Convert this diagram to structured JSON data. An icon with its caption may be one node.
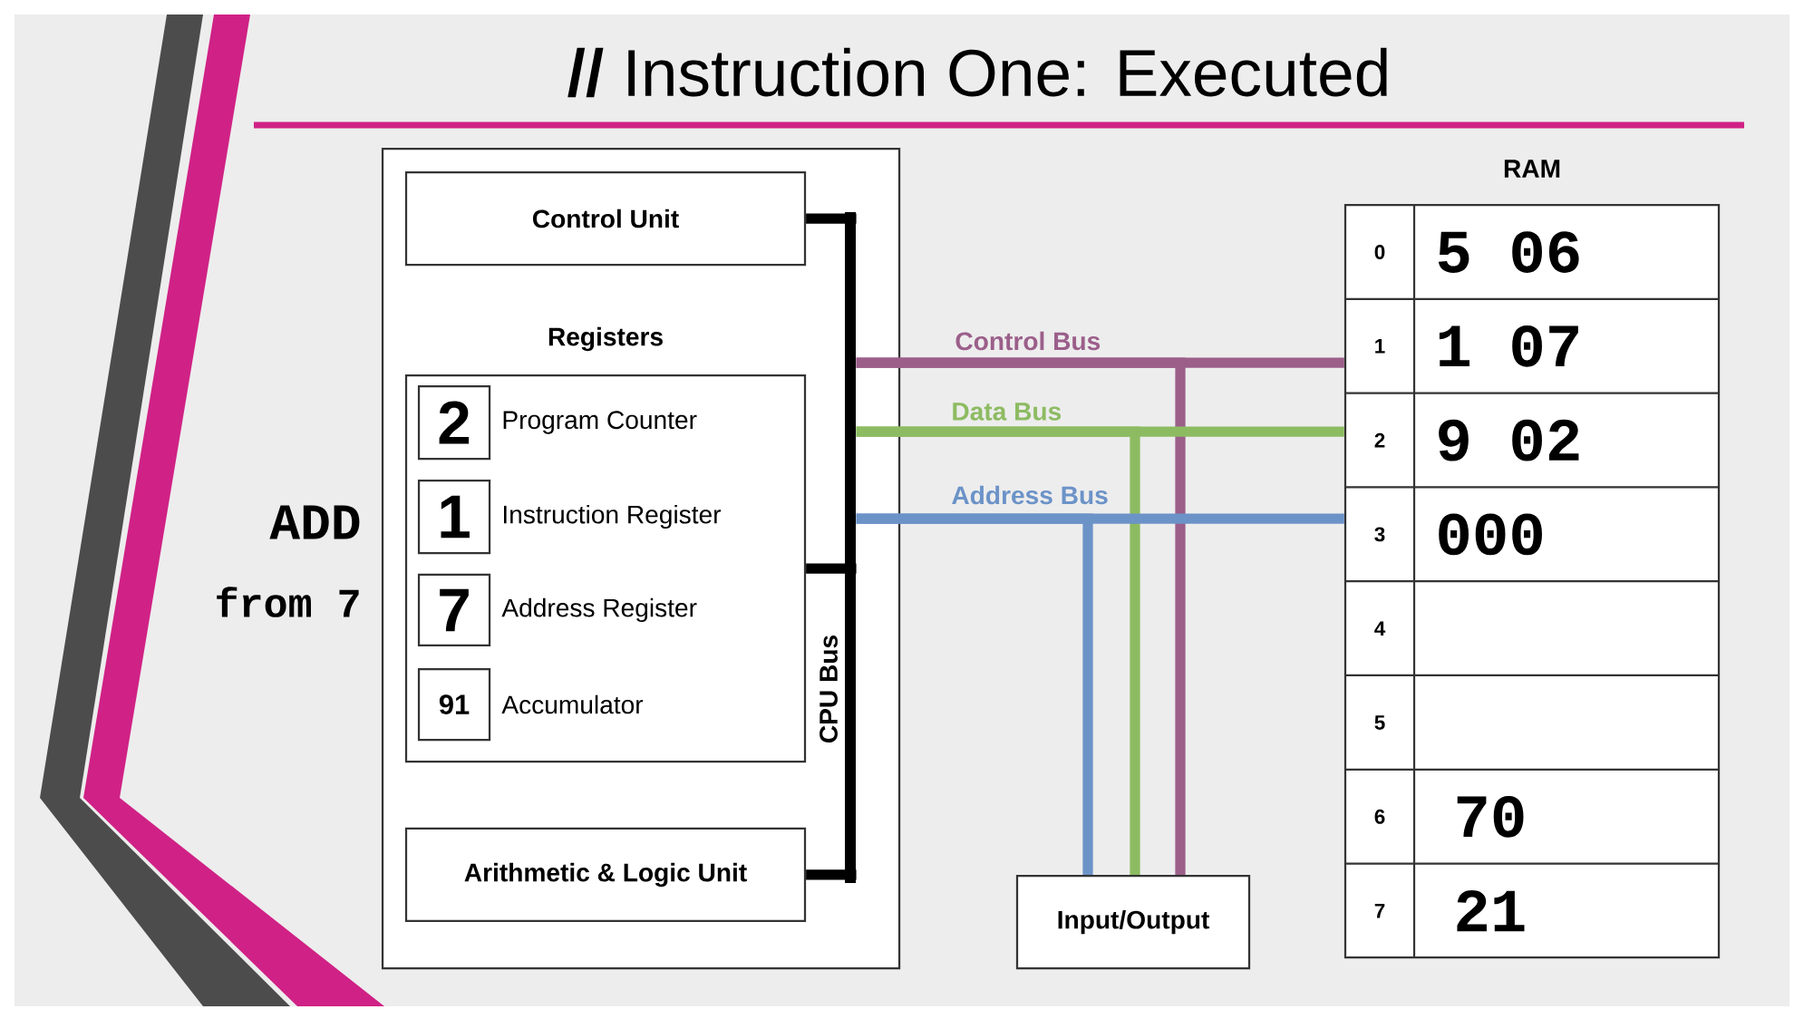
{
  "diagram": {
    "title": "**//** Instruction One: Executed",
    "nodes": [
      {
        "text": [],
        "shape": "box"
      },
      {
        "text": [
          "Control Unit"
        ],
        "in": 0
      },
      {
        "text": [
          "Registers"
        ],
        "in": 0
      },
      {
        "text": [
          "2"
        ],
        "in": 2,
        "beside": [
          "Program Counter"
        ]
      },
      {
        "text": [
          "1"
        ],
        "in": 2,
        "beside": [
          "Instruction Register"
        ]
      },
      {
        "text": [
          "7"
        ],
        "in": 2,
        "beside": [
          "Address Register"
        ]
      },
      {
        "text": [
          "91"
        ],
        "in": 2,
        "beside": [
          "Accumulator"
        ]
      },
      {
        "text": [
          "Arithmetic & Logic Unit"
        ],
        "in": 0
      },
      {
        "text": [
          "Input/Output"
        ]
      },
      {
        "text": [
          "RAM"
        ]
      },
      {
        "text": [],
        "shape": "bar",
        "in": 0,
        "beside": [
          "CPU Bus"
        ]
      }
    ],
    "edges": [
      {
        "from": 1,
        "to": 10,
        "arrow": "none",
        "color": "#000000"
      },
      {
        "from": 2,
        "to": 10,
        "arrow": "none",
        "color": "#000000"
      },
      {
        "from": 7,
        "to": 10,
        "arrow": "none",
        "color": "#000000"
      },
      {
        "from": 10,
        "to": 9,
        "arrow": "none",
        "label": "Control Bus",
        "color": "#9b5f8a"
      },
      {
        "from": 10,
        "to": 8,
        "arrow": "none",
        "color": "#9b5f8a"
      },
      {
        "from": 10,
        "to": 9,
        "arrow": "none",
        "label": "Data Bus",
        "color": "#8dbb62"
      },
      {
        "from": 10,
        "to": 8,
        "arrow": "none",
        "color": "#8dbb62"
      },
      {
        "from": 10,
        "to": 9,
        "arrow": "none",
        "label": "Address Bus",
        "color": "#6c93c8"
      },
      {
        "from": 10,
        "to": 8,
        "arrow": "none",
        "color": "#6c93c8"
      }
    ],
    "labels": [
      "ADD",
      "from 7",
      "0",
      "5 06",
      "1",
      "1 07",
      "2",
      "9 02",
      "3",
      "000",
      "4",
      "5",
      "6",
      "70",
      "7",
      "21"
    ]
  }
}
